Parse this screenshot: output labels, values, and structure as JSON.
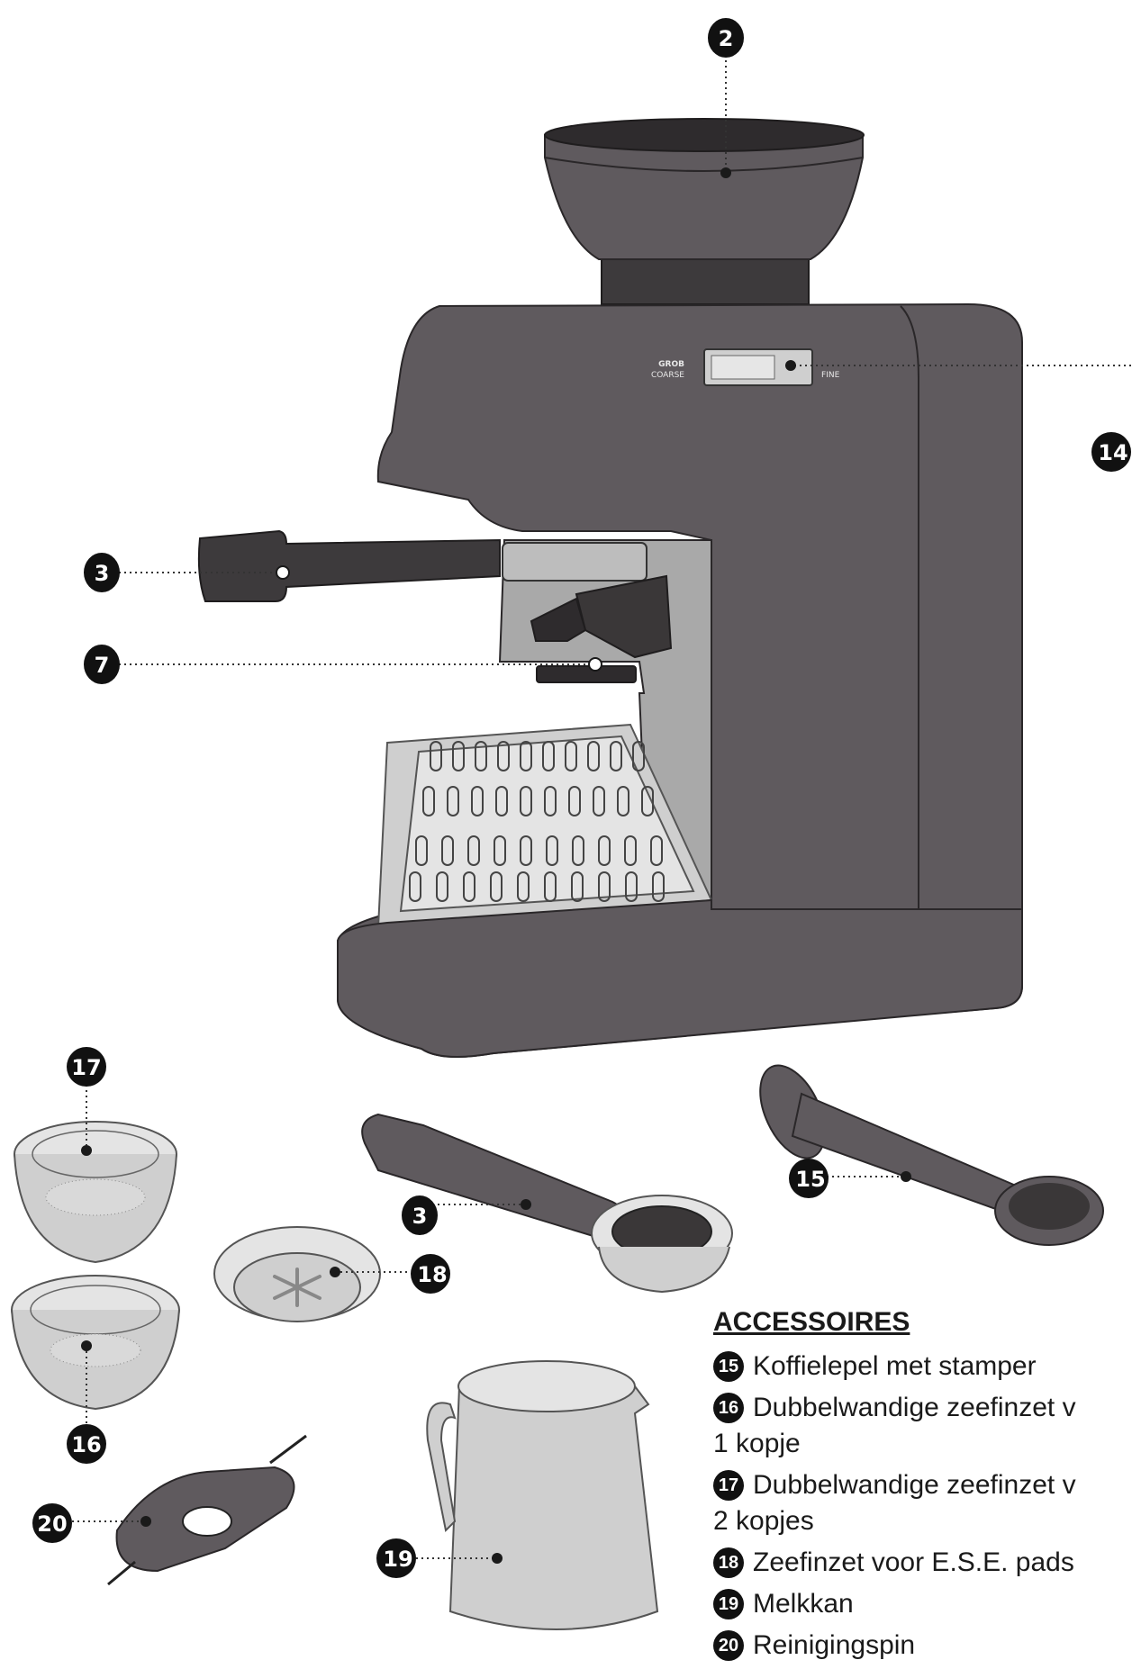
{
  "grind_scale": {
    "left_top": "GROB",
    "left_bottom": "COARSE",
    "right": "FINE"
  },
  "callouts": [
    {
      "id": "c2",
      "number": "2"
    },
    {
      "id": "c14",
      "number": "14"
    },
    {
      "id": "c3a",
      "number": "3"
    },
    {
      "id": "c7",
      "number": "7"
    },
    {
      "id": "c17",
      "number": "17"
    },
    {
      "id": "c3b",
      "number": "3"
    },
    {
      "id": "c15",
      "number": "15"
    },
    {
      "id": "c18",
      "number": "18"
    },
    {
      "id": "c16",
      "number": "16"
    },
    {
      "id": "c20",
      "number": "20"
    },
    {
      "id": "c19",
      "number": "19"
    }
  ],
  "accessories": {
    "title": "ACCESSOIRES",
    "items": [
      {
        "number": "15",
        "line1": "Koffielepel met stamper",
        "line2": ""
      },
      {
        "number": "16",
        "line1": "Dubbelwandige  zeefinzet  v",
        "line2": "1 kopje"
      },
      {
        "number": "17",
        "line1": "Dubbelwandige  zeefinzet  v",
        "line2": "2 kopjes"
      },
      {
        "number": "18",
        "line1": "Zeefinzet voor E.S.E. pads",
        "line2": ""
      },
      {
        "number": "19",
        "line1": "Melkkan",
        "line2": ""
      },
      {
        "number": "20",
        "line1": "Reinigingspin",
        "line2": ""
      }
    ]
  }
}
